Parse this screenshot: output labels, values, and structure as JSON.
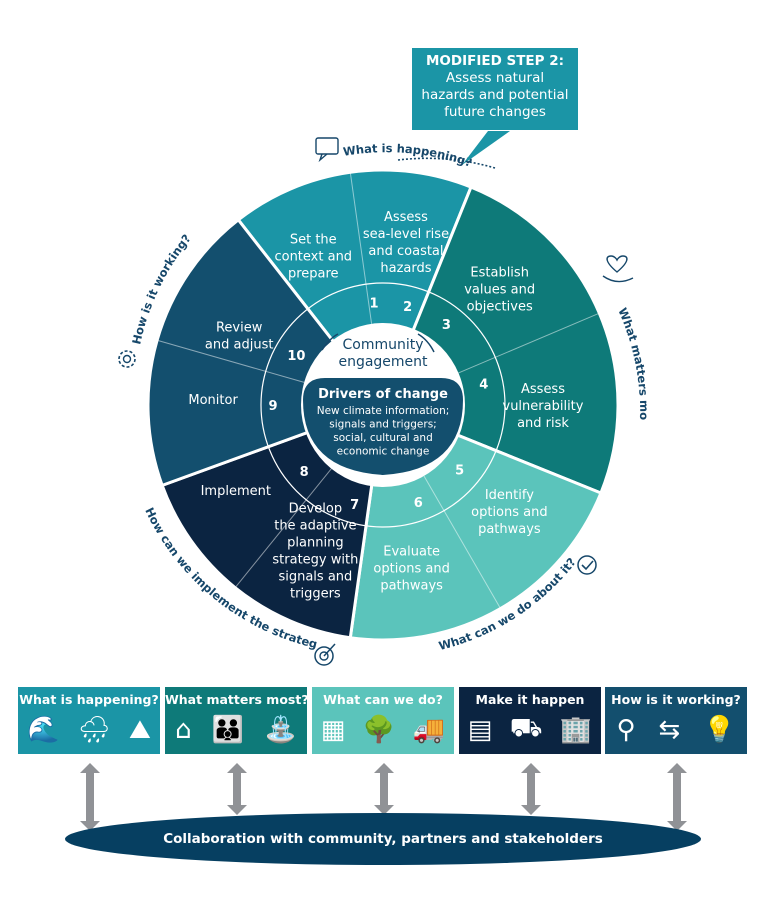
{
  "callout": {
    "title": "MODIFIED STEP 2:",
    "lines": [
      "Assess natural",
      "hazards and potential",
      "future changes"
    ]
  },
  "colors": {
    "step12": "#1b95a6",
    "step34": "#0e7a79",
    "step56": "#5bc4bb",
    "step78": "#0b2441",
    "step910": "#134f6e",
    "ellipse": "#063f61",
    "arrow": "#909296",
    "question": "#16476a"
  },
  "center": {
    "engagement": [
      "Community",
      "engagement"
    ],
    "drivers_title": "Drivers of change",
    "drivers_lines": [
      "New climate information;",
      "signals and triggers;",
      "social, cultural and",
      "economic change"
    ]
  },
  "steps": [
    {
      "num": "1",
      "label": [
        "Set the",
        "context and",
        "prepare"
      ]
    },
    {
      "num": "2",
      "label": [
        "Assess",
        "sea-level rise",
        "and coastal",
        "hazards"
      ]
    },
    {
      "num": "3",
      "label": [
        "Establish",
        "values and",
        "objectives"
      ]
    },
    {
      "num": "4",
      "label": [
        "Assess",
        "vulnerability",
        "and risk"
      ]
    },
    {
      "num": "5",
      "label": [
        "Identify",
        "options and",
        "pathways"
      ]
    },
    {
      "num": "6",
      "label": [
        "Evaluate",
        "options and",
        "pathways"
      ]
    },
    {
      "num": "7",
      "label": [
        "Develop",
        "the adaptive",
        "planning",
        "strategy with",
        "signals and",
        "triggers"
      ]
    },
    {
      "num": "8",
      "label": [
        "Implement"
      ]
    },
    {
      "num": "9",
      "label": [
        "Monitor"
      ]
    },
    {
      "num": "10",
      "label": [
        "Review",
        "and adjust"
      ]
    }
  ],
  "questions": {
    "happening": "What is happening?",
    "matters": "What matters most?",
    "do": "What can we do about it?",
    "implement": "How can we implement the strategy?",
    "working": "How is it working?"
  },
  "bars": [
    {
      "title": "What is happening?",
      "icons": [
        "wave-icon",
        "rain-cloud-icon",
        "landscape-icon"
      ],
      "glyphs": [
        "🌊",
        "🌧",
        "⛰"
      ]
    },
    {
      "title": "What matters most?",
      "icons": [
        "house-icon",
        "family-icon",
        "bench-icon"
      ],
      "glyphs": [
        "⌂",
        "👪",
        "⛲"
      ]
    },
    {
      "title": "What can we do?",
      "icons": [
        "wall-icon",
        "tree-icon",
        "truck-icon"
      ],
      "glyphs": [
        "▦",
        "🌳",
        "🚚"
      ]
    },
    {
      "title": "Make it happen",
      "icons": [
        "plan-icon",
        "wheelbarrow-icon",
        "buildings-icon"
      ],
      "glyphs": [
        "▤",
        "⛟",
        "🏢"
      ]
    },
    {
      "title": "How is it working?",
      "icons": [
        "magnifier-icon",
        "exchange-arrows-icon",
        "lightbulb-icon"
      ],
      "glyphs": [
        "⚲",
        "⇆",
        "💡"
      ]
    }
  ],
  "footer": "Collaboration with community, partners and stakeholders"
}
